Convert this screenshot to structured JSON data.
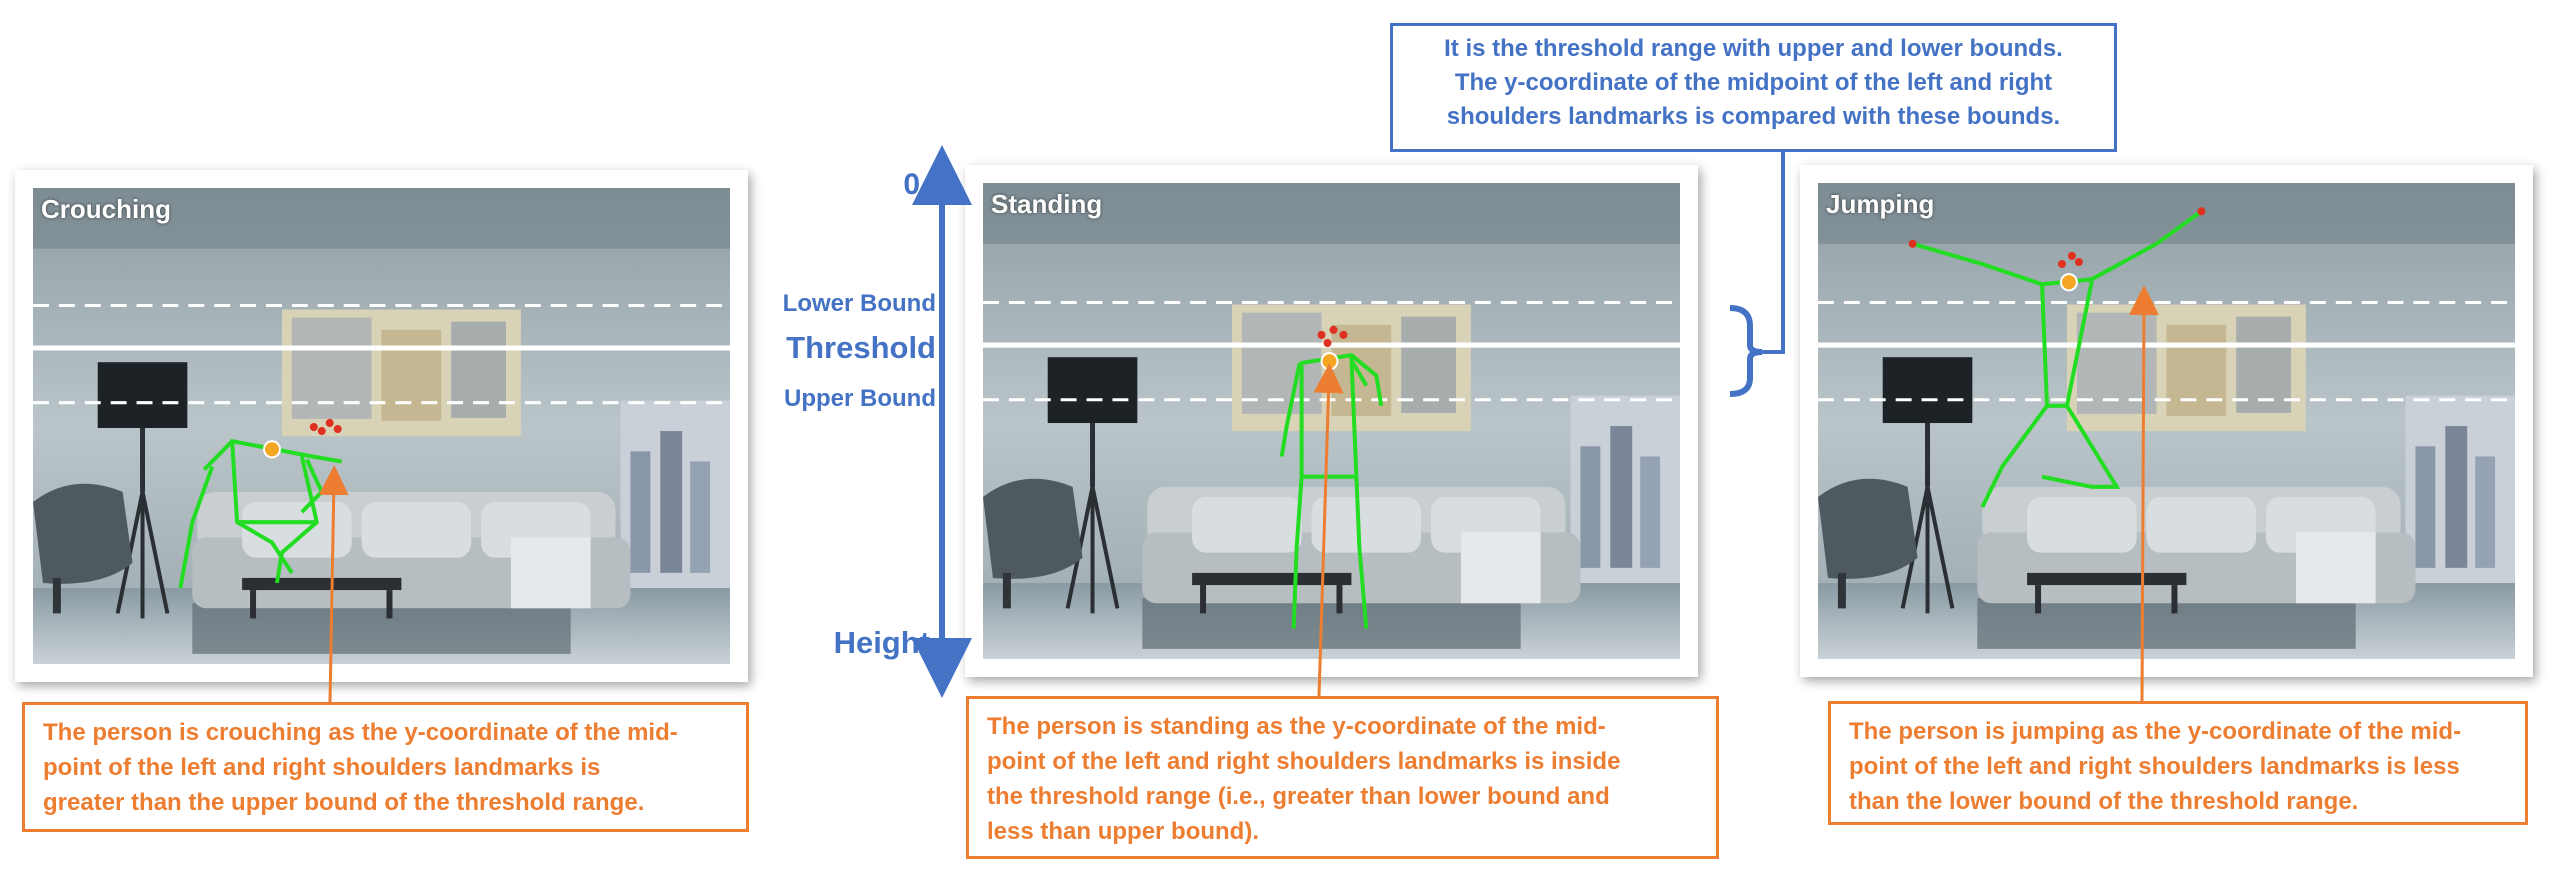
{
  "colors": {
    "accent_blue": "#4472C4",
    "accent_orange": "#ED7D31",
    "skeleton": "#22DD22",
    "landmark": "#E03020"
  },
  "panels": {
    "crouching": {
      "title": "Crouching"
    },
    "standing": {
      "title": "Standing"
    },
    "jumping": {
      "title": "Jumping"
    }
  },
  "axis": {
    "top_label": "0",
    "bottom_label": "Height",
    "lower_bound_label": "Lower Bound",
    "threshold_label": "Threshold",
    "upper_bound_label": "Upper Bound"
  },
  "callouts": {
    "threshold_note": [
      "It is the threshold range with upper and lower bounds.",
      "The y-coordinate of the midpoint of the left and right",
      "shoulders landmarks is compared with these bounds."
    ],
    "crouching_note": [
      "The person is crouching as the y-coordinate of the mid-",
      "point of the left and right shoulders landmarks is",
      "greater than the upper bound of the threshold range."
    ],
    "standing_note": [
      "The person is standing as the y-coordinate of the mid-",
      "point of the left and right shoulders landmarks is inside",
      "the threshold range (i.e., greater than lower bound and",
      "less than upper bound)."
    ],
    "jumping_note": [
      "The person is jumping as the y-coordinate of the mid-",
      "point of the left and right shoulders landmarks is less",
      "than the lower bound of the threshold range."
    ]
  }
}
